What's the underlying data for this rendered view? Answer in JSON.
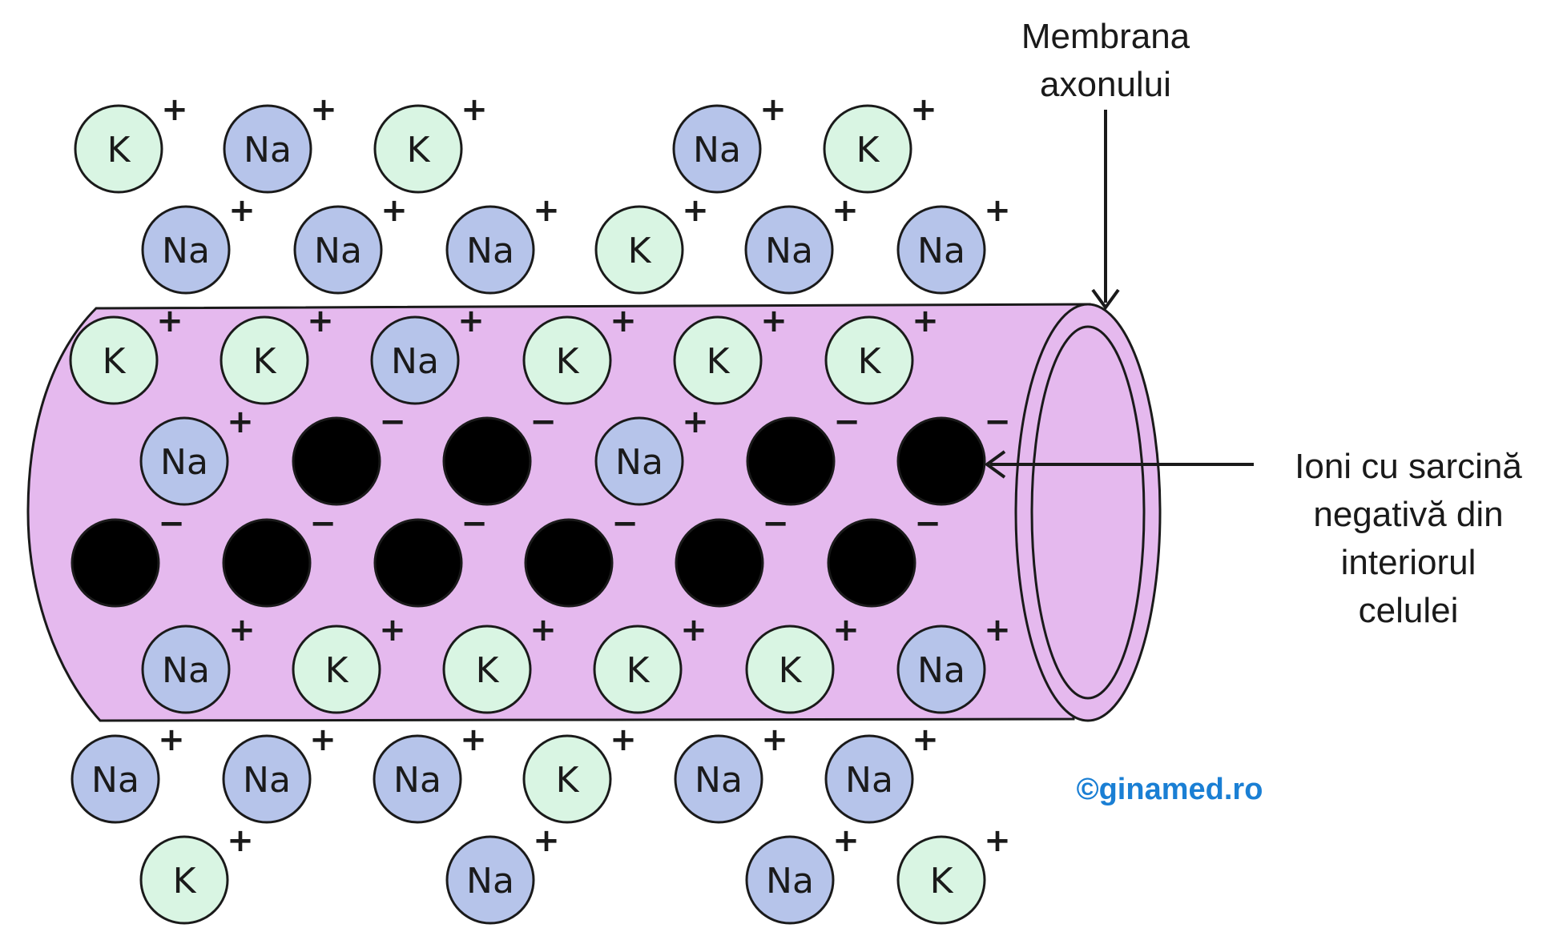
{
  "labels": {
    "membrane": [
      "Membrana",
      "axonului"
    ],
    "negative_ions": [
      "Ioni cu sarcină",
      "negativă din",
      "interiorul",
      "celulei"
    ]
  },
  "watermark": "©ginamed.ro",
  "ion_symbols": {
    "K": "K",
    "Na": "Na",
    "anion": ""
  },
  "charges": {
    "positive": "+",
    "negative": "−"
  },
  "colors": {
    "K_fill": "#d9f5e3",
    "Na_fill": "#b6c4ea",
    "anion_fill": "#000000",
    "axon_fill": "#e5b9ee",
    "outline": "#1a1a1a",
    "watermark": "#1a7fd4"
  },
  "ions": {
    "outside_top_row1": [
      "K",
      "Na",
      "K",
      "Na",
      "K"
    ],
    "outside_top_row2": [
      "Na",
      "Na",
      "Na",
      "K",
      "Na",
      "Na"
    ],
    "inside_row1": [
      "K",
      "K",
      "Na",
      "K",
      "K",
      "K"
    ],
    "inside_row2": [
      "Na",
      "anion",
      "anion",
      "Na",
      "anion",
      "anion"
    ],
    "inside_row3": [
      "anion",
      "anion",
      "anion",
      "anion",
      "anion",
      "anion"
    ],
    "inside_row4": [
      "Na",
      "K",
      "K",
      "K",
      "K",
      "Na"
    ],
    "outside_bottom_row1": [
      "Na",
      "Na",
      "Na",
      "K",
      "Na",
      "Na"
    ],
    "outside_bottom_row2": [
      "K",
      "Na",
      "Na",
      "K"
    ]
  }
}
